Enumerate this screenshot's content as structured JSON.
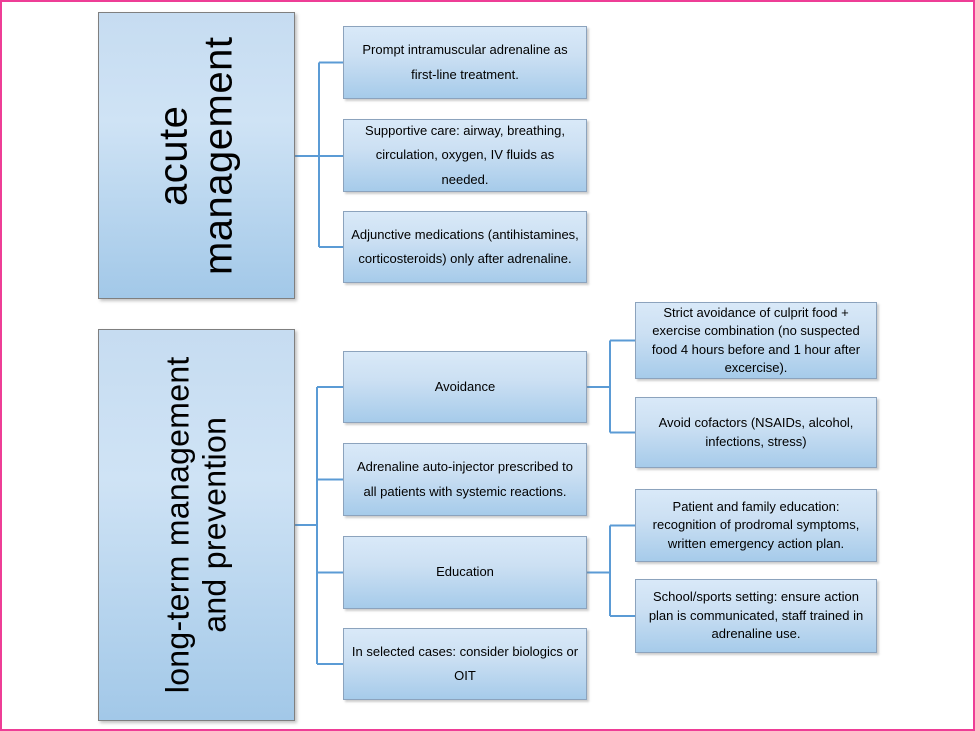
{
  "figure": {
    "border_color": "#ee3d96",
    "background": "#ffffff",
    "connector_color": "#5b9bd5",
    "node_border_color": "#8ca3bd",
    "node_fill_top": "#d9e9f8",
    "node_fill_bottom": "#a6cbea",
    "text_color": "#000000"
  },
  "tree": {
    "acute": {
      "label": "acute management",
      "lines": [
        "acute",
        "management"
      ],
      "children": [
        "Prompt intramuscular adrenaline as first-line treatment.",
        "Supportive care: airway, breathing, circulation, oxygen, IV fluids as needed.",
        "Adjunctive medications (antihistamines, corticosteroids) only after adrenaline."
      ]
    },
    "longterm": {
      "label": "long-term management and prevention",
      "lines": [
        "long-term management",
        "and prevention"
      ],
      "children": [
        {
          "label": "Avoidance",
          "children": [
            "Strict avoidance of culprit food + exercise combination (no suspected food 4 hours before and 1 hour after excercise).",
            "Avoid cofactors (NSAIDs, alcohol, infections, stress)"
          ]
        },
        {
          "label": "Adrenaline auto-injector prescribed to all patients with systemic reactions.",
          "children": []
        },
        {
          "label": "Education",
          "children": [
            "Patient and family education: recognition of prodromal symptoms, written emergency action plan.",
            "School/sports setting: ensure action plan is communicated, staff trained in adrenaline use."
          ]
        },
        {
          "label": "In selected cases: consider biologics or OIT",
          "children": []
        }
      ]
    }
  }
}
